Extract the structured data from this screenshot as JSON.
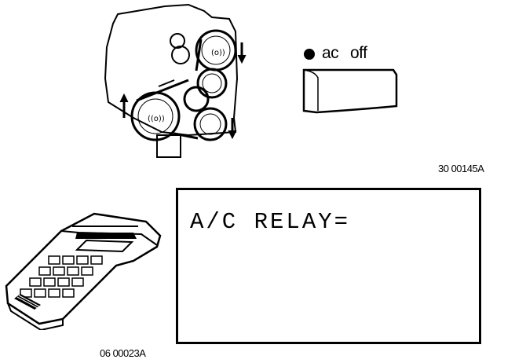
{
  "engine_diagram": {
    "figure_ref": "30 00145A"
  },
  "ac_switch": {
    "indicator_label": "ac",
    "state_label": "off"
  },
  "scan_tool": {
    "figure_ref": "06 00023A"
  },
  "scan_display": {
    "text": "A/C RELAY="
  }
}
